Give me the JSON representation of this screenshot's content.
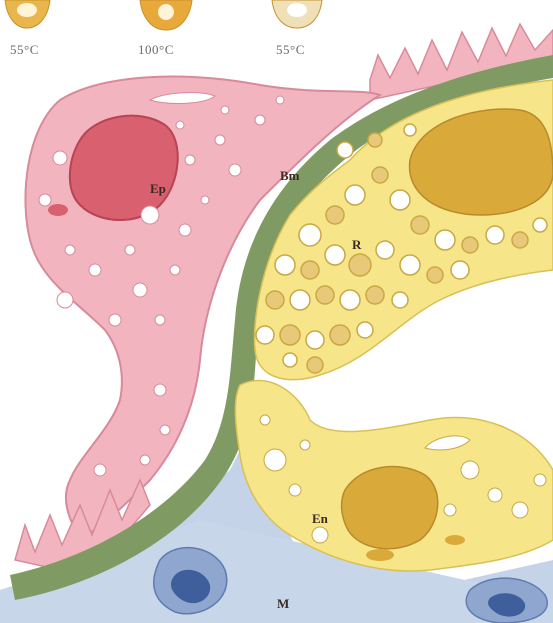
{
  "header": {
    "temperatures": [
      "55°C",
      "100°C",
      "55°C"
    ]
  },
  "labels": {
    "epidermis": "Ep",
    "basement_membrane": "Bm",
    "reserve_cells": "R",
    "endoderm": "En",
    "mesoglea": "M"
  },
  "colors": {
    "epidermis": "#f2b5c0",
    "nucleus_red": "#d9606e",
    "basement_membrane": "#7f9a62",
    "yellow_cell": "#f7e58a",
    "yellow_nucleus": "#d9a93a",
    "mesoglea": "#c4d3e8",
    "blue_cell": "#3f5f9c"
  }
}
